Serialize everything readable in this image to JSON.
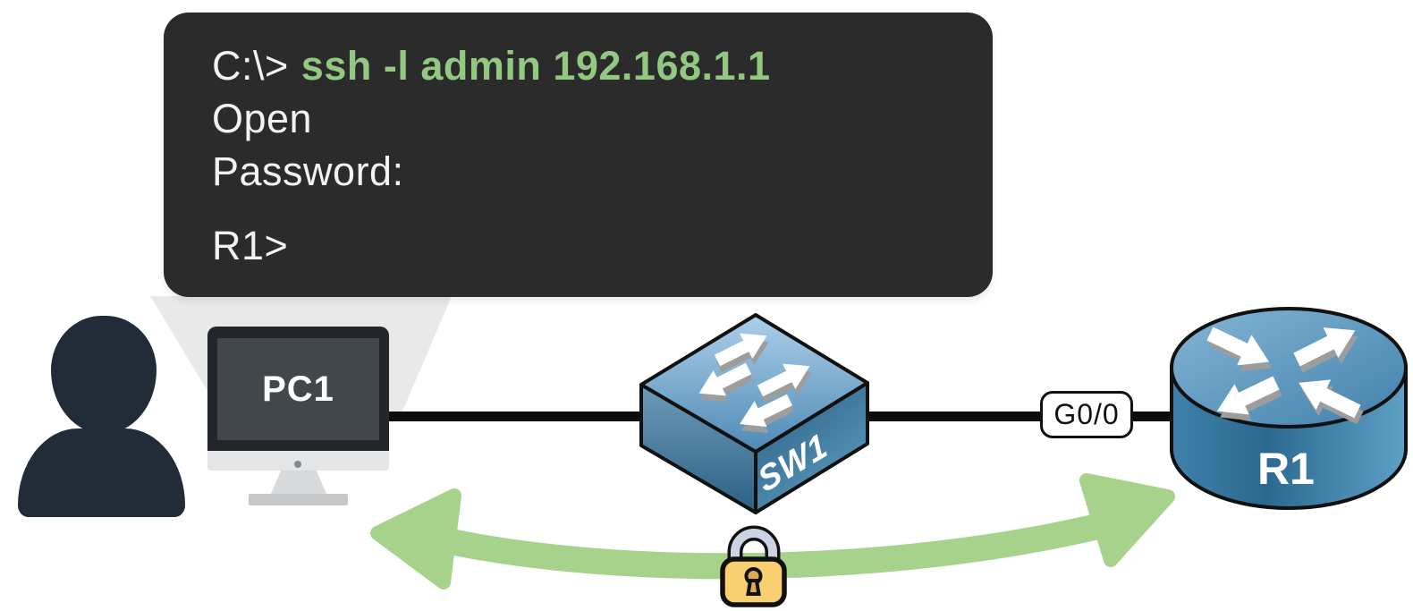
{
  "terminal": {
    "prompt": "C:\\>",
    "command": "ssh -l admin 192.168.1.1",
    "output_open": "Open",
    "output_password": "Password:",
    "router_prompt": "R1>"
  },
  "devices": {
    "pc": {
      "label": "PC1",
      "type": "desktop computer"
    },
    "switch": {
      "label": "SW1",
      "type": "workgroup switch"
    },
    "router": {
      "label": "R1",
      "type": "router"
    },
    "router_interface": {
      "label": "G0/0"
    }
  },
  "annotations": {
    "encrypted_path": {
      "meaning": "encrypted SSH session between PC1 and R1",
      "arrow_color": "#a6d28c",
      "lock_body_color": "#f8d072",
      "lock_shackle_color": "#ccd3e4"
    }
  },
  "colors": {
    "terminal_background": "#2b2b2b",
    "terminal_text": "#f2f2f2",
    "terminal_command_green": "#92c882",
    "device_blue": "#4a88b5",
    "cable_black": "#0c0c0c",
    "person_dark": "#222b38"
  }
}
